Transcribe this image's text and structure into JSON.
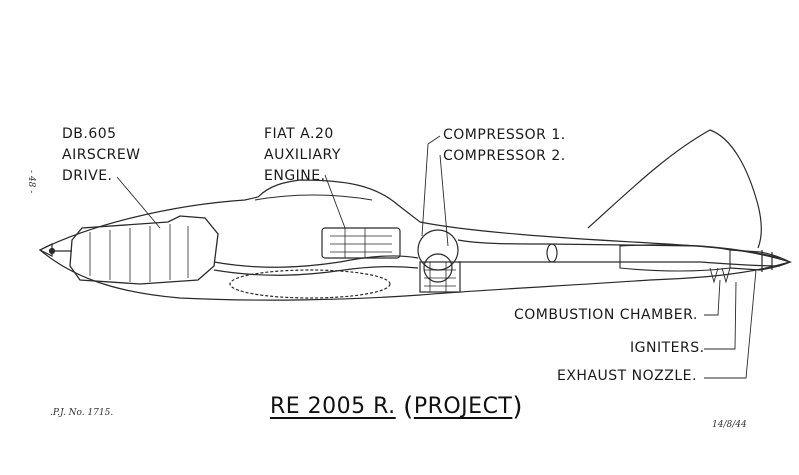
{
  "labels": {
    "db605": [
      "DB.605",
      "AIRSCREW",
      "DRIVE."
    ],
    "fiat": [
      "FIAT A.20",
      "AUXILIARY",
      "ENGINE."
    ],
    "compressor1": "COMPRESSOR 1.",
    "compressor2": "COMPRESSOR 2.",
    "combustion": "COMBUSTION CHAMBER.",
    "igniters": "IGNITERS.",
    "exhaust": "EXHAUST NOZZLE."
  },
  "title": {
    "name": "RE 2005 R.",
    "open_paren": "(",
    "project": "PROJECT",
    "close_paren": ")"
  },
  "drawing_ref": ".P.J. No. 1715.",
  "date": "14/8/44",
  "margin_mark": "- 48 -"
}
